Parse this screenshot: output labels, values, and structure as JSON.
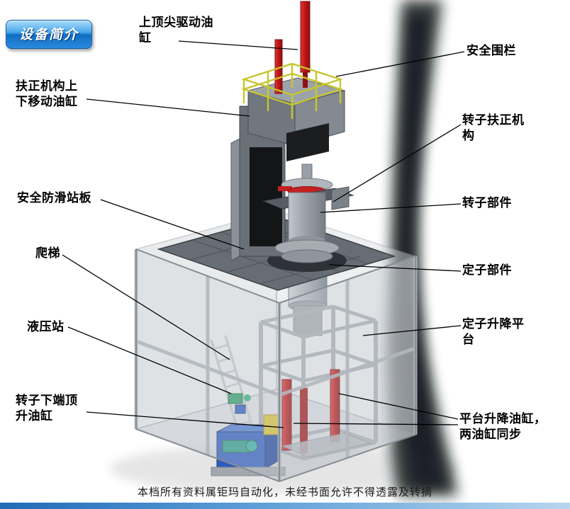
{
  "header": {
    "badge_label": "设备简介"
  },
  "diagram": {
    "callouts": {
      "top_tip_drive_cylinder": "上顶尖驱动油缸",
      "safety_fence": "安全围栏",
      "centering_move_cylinder": "扶正机构上下移动油缸",
      "rotor_centering_mechanism": "转子扶正机构",
      "anti_slip_board": "安全防滑站板",
      "rotor_part": "转子部件",
      "ladder": "爬梯",
      "stator_part": "定子部件",
      "hydraulic_station": "液压站",
      "stator_lift_platform": "定子升降平台",
      "rotor_bottom_jack_cylinder": "转子下端顶升油缸",
      "platform_lift_cylinders": "平台升降油缸，两油缸同步"
    },
    "colors": {
      "badge_blue": "#1e78c8",
      "cylinder_red": "#c41e1e",
      "railing_yellow": "#c6c62e",
      "hydraulic_blue": "#2e5cbe",
      "pump_green": "#2f9a8a",
      "valve_yellow": "#d6c23a",
      "platform_gray": "#676d75"
    }
  },
  "footer": {
    "notice": "本档所有资料属钜玛自动化，未经书面允许不得透露及转摘"
  }
}
